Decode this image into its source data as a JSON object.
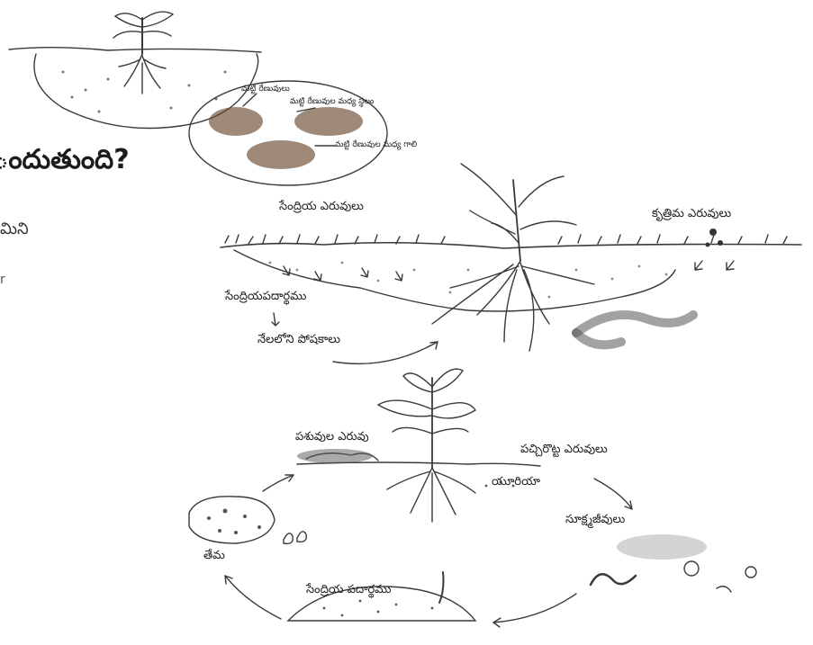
{
  "heading_fragment": "ందుతుంది?",
  "text_fragment": "మిని",
  "text_fragment_small": "r",
  "labels": {
    "soil_particles": "మట్టి రేణువులు",
    "space_between": "మట్టి రేణువుల మధ్య స్థలం",
    "air_between": "మట్టి రేణువుల మధ్య గాలి",
    "organic_fertilizers": "సేంద్రియ ఎరువులు",
    "chemical_fertilizers": "కృత్రిమ ఎరువులు",
    "organic_matter": "సేంద్రియపదార్థము",
    "soil_nutrients": "నేలలోని పోషకాలు",
    "animal_manure": "పశువుల ఎరువు",
    "green_manure": "పచ్చిరొట్ట ఎరువులు",
    "urea": "యూరియా",
    "microbes": "సూక్ష్మజీవులు",
    "moisture": "తేమ",
    "organic_substance": "సేంద్రియ పదార్థము"
  }
}
